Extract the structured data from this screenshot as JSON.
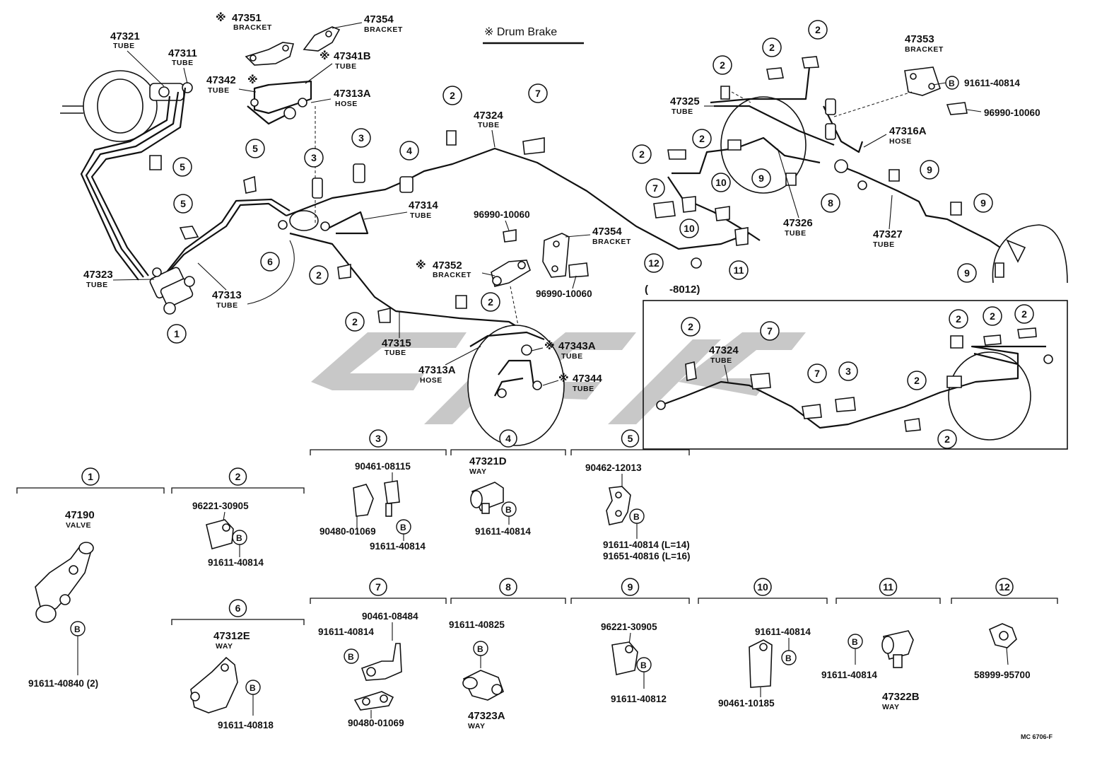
{
  "title": "※ Drum Brake",
  "range_note": "(　　-8012)",
  "footer_code": "MC 6706-F",
  "circle_glyph": "B",
  "callouts": [
    {
      "pn": "47351",
      "kind": "BRACKET",
      "mark": "※ "
    },
    {
      "pn": "47354",
      "kind": "BRACKET",
      "mark": ""
    },
    {
      "pn": "47321",
      "kind": "TUBE",
      "mark": ""
    },
    {
      "pn": "47311",
      "kind": "TUBE",
      "mark": ""
    },
    {
      "pn": "47341B",
      "kind": "TUBE",
      "mark": "※"
    },
    {
      "pn": "47342",
      "kind": "TUBE",
      "mark": "※"
    },
    {
      "pn": "47313A",
      "kind": "HOSE",
      "mark": ""
    },
    {
      "pn": "47324",
      "kind": "TUBE",
      "mark": ""
    },
    {
      "pn": "47314",
      "kind": "TUBE",
      "mark": ""
    },
    {
      "pn": "96990-10060",
      "kind": "",
      "mark": ""
    },
    {
      "pn": "47354",
      "kind": "BRACKET",
      "mark": ""
    },
    {
      "pn": "47352",
      "kind": "BRACKET",
      "mark": "※ "
    },
    {
      "pn": "96990-10060",
      "kind": "",
      "mark": ""
    },
    {
      "pn": "47323",
      "kind": "TUBE",
      "mark": ""
    },
    {
      "pn": "47313",
      "kind": "TUBE",
      "mark": ""
    },
    {
      "pn": "47315",
      "kind": "TUBE",
      "mark": ""
    },
    {
      "pn": "47313A",
      "kind": "HOSE",
      "mark": ""
    },
    {
      "pn": "47343A",
      "kind": "TUBE",
      "mark": "※"
    },
    {
      "pn": "47344",
      "kind": "TUBE",
      "mark": "※"
    },
    {
      "pn": "47353",
      "kind": "BRACKET",
      "mark": ""
    },
    {
      "pn": "91611-40814",
      "kind": "",
      "mark": ""
    },
    {
      "pn": "96990-10060",
      "kind": "",
      "mark": ""
    },
    {
      "pn": "47325",
      "kind": "TUBE",
      "mark": ""
    },
    {
      "pn": "47316A",
      "kind": "HOSE",
      "mark": ""
    },
    {
      "pn": "47326",
      "kind": "TUBE",
      "mark": ""
    },
    {
      "pn": "47327",
      "kind": "TUBE",
      "mark": ""
    },
    {
      "pn": "47324",
      "kind": "TUBE",
      "mark": ""
    }
  ],
  "index_numbers": [
    "1",
    "2",
    "3",
    "4",
    "5",
    "6",
    "7",
    "8",
    "9",
    "10",
    "11",
    "12"
  ],
  "groups": [
    {
      "num": "1",
      "labels": [
        "47190",
        "VALVE",
        "91611-40840 (2)"
      ]
    },
    {
      "num": "2",
      "labels": [
        "96221-30905",
        "91611-40814"
      ]
    },
    {
      "num": "3",
      "labels": [
        "90461-08115",
        "90480-01069",
        "91611-40814"
      ]
    },
    {
      "num": "4",
      "labels": [
        "47321D",
        "WAY",
        "91611-40814"
      ]
    },
    {
      "num": "5",
      "labels": [
        "90462-12013",
        "91611-40814  (L=14)",
        "91651-40816  (L=16)"
      ]
    },
    {
      "num": "6",
      "labels": [
        "47312E",
        "WAY",
        "91611-40818"
      ]
    },
    {
      "num": "7",
      "labels": [
        "90461-08484",
        "91611-40814",
        "90480-01069"
      ]
    },
    {
      "num": "8",
      "labels": [
        "91611-40825",
        "47323A",
        "WAY"
      ]
    },
    {
      "num": "9",
      "labels": [
        "96221-30905",
        "91611-40812"
      ]
    },
    {
      "num": "10",
      "labels": [
        "91611-40814",
        "90461-10185"
      ]
    },
    {
      "num": "11",
      "labels": [
        "91611-40814",
        "47322B",
        "WAY"
      ]
    },
    {
      "num": "12",
      "labels": [
        "58999-95700"
      ]
    }
  ]
}
